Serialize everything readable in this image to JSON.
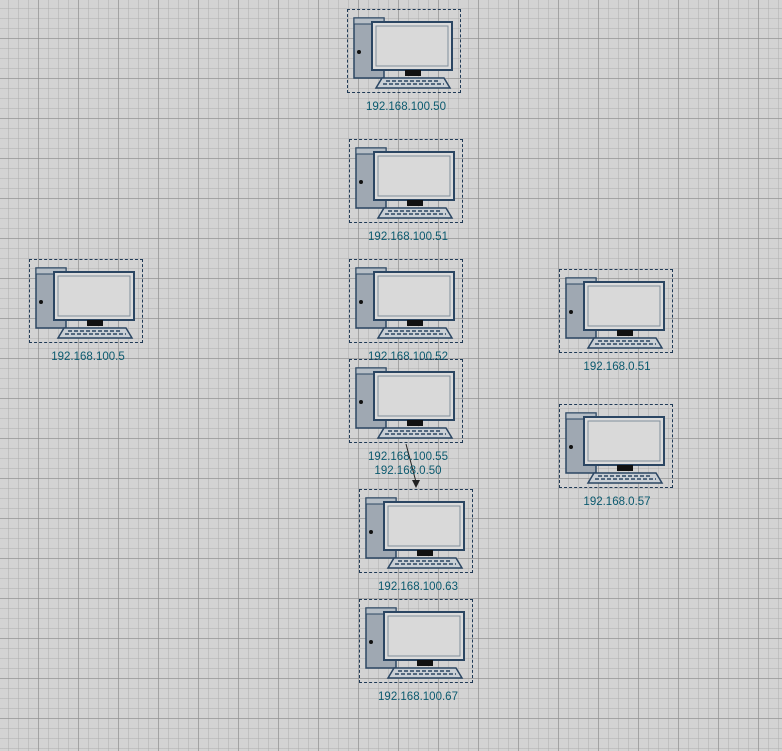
{
  "nodes": [
    {
      "label": "192.168.100.50"
    },
    {
      "label": "192.168.100.51"
    },
    {
      "label": "192.168.100.5"
    },
    {
      "label": "192.168.100.52"
    },
    {
      "label": "192.168.0.51"
    },
    {
      "label": "192.168.100.55"
    },
    {
      "label": "192.168.0.57"
    },
    {
      "label": "192.168.100.63"
    },
    {
      "label": "192.168.100.67"
    }
  ],
  "edges": [
    {
      "from": "192.168.100.55",
      "to": "192.168.100.63",
      "label": "192.168.0.50"
    }
  ],
  "icon": "desktop-computer-icon",
  "colors": {
    "border": "#1f3a56",
    "label": "#0b5a6f",
    "screen": "#dcdcdc",
    "case": "#9fa8b2"
  }
}
